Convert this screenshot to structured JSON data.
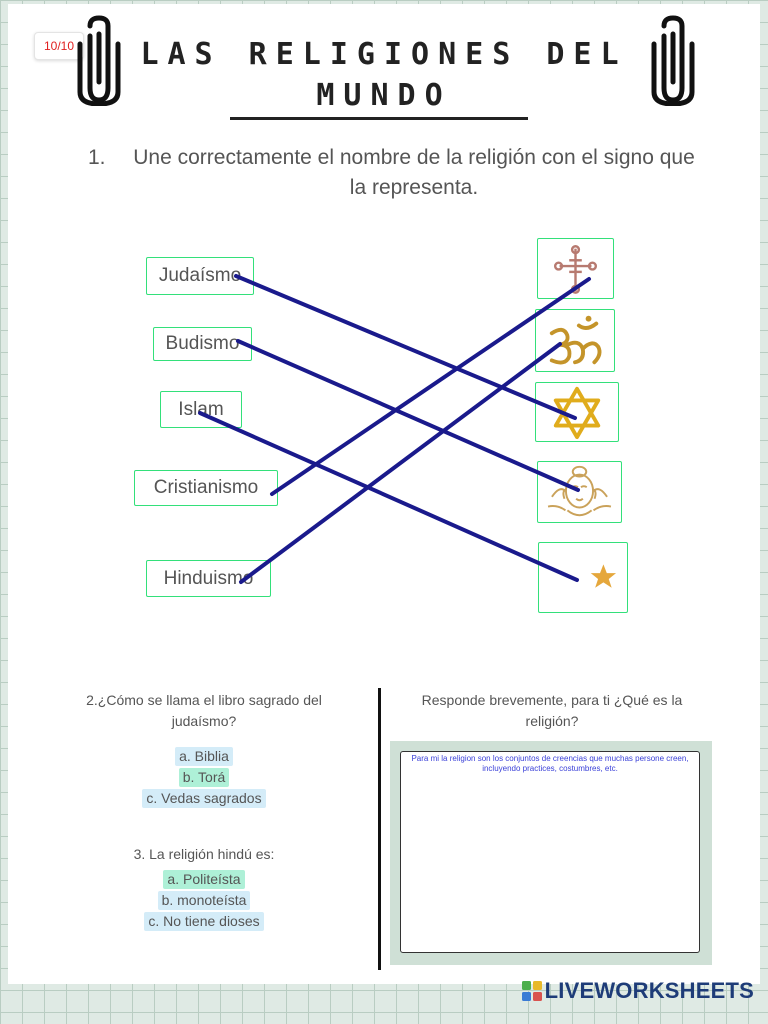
{
  "score": "10/10",
  "title": {
    "line1": "LAS RELIGIONES DEL",
    "line2": "MUNDO"
  },
  "question1": {
    "number": "1.",
    "text": "Une correctamente el nombre de la religión con el signo que la representa."
  },
  "religions": [
    {
      "label": "Judaísmo"
    },
    {
      "label": "Budismo"
    },
    {
      "label": "Islam"
    },
    {
      "label": "Cristianismo"
    },
    {
      "label": "Hinduismo"
    }
  ],
  "symbols": [
    {
      "name": "cross-icon"
    },
    {
      "name": "om-icon"
    },
    {
      "name": "star-of-david-icon"
    },
    {
      "name": "buddha-icon"
    },
    {
      "name": "crescent-star-icon"
    }
  ],
  "matches": [
    {
      "religion": "Judaísmo",
      "symbol": "star-of-david-icon"
    },
    {
      "religion": "Budismo",
      "symbol": "buddha-icon"
    },
    {
      "religion": "Islam",
      "symbol": "crescent-star-icon"
    },
    {
      "religion": "Cristianismo",
      "symbol": "cross-icon"
    },
    {
      "religion": "Hinduismo",
      "symbol": "om-icon"
    }
  ],
  "line_color": "#1a1a8c",
  "question2": {
    "text": "2.¿Cómo se llama el libro sagrado del judaísmo?",
    "options": [
      {
        "label": "a. Biblia",
        "selected": false
      },
      {
        "label": "b. Torá",
        "selected": true
      },
      {
        "label": "c. Vedas sagrados",
        "selected": false
      }
    ]
  },
  "question3": {
    "text": "3. La religión hindú es:",
    "options": [
      {
        "label": "a. Politeísta",
        "selected": true
      },
      {
        "label": "b. monoteísta",
        "selected": false
      },
      {
        "label": "c. No tiene dioses",
        "selected": false
      }
    ]
  },
  "question4": {
    "text": "Responde brevemente, para ti ¿Qué es la religión?",
    "answer": "Para mi la religion son los conjuntos de creencias que muchas persone creen, incluyendo practices, costumbres, etc."
  },
  "watermark": {
    "text": "LIVEWORKSHEETS"
  },
  "colors": {
    "box_border": "#33e07a",
    "selected_option": "#aef0d7",
    "unselected_option": "#d4ecf8",
    "score_text": "#e02020",
    "answer_text": "#3a40d8",
    "symbol_gold": "#d4a017"
  }
}
